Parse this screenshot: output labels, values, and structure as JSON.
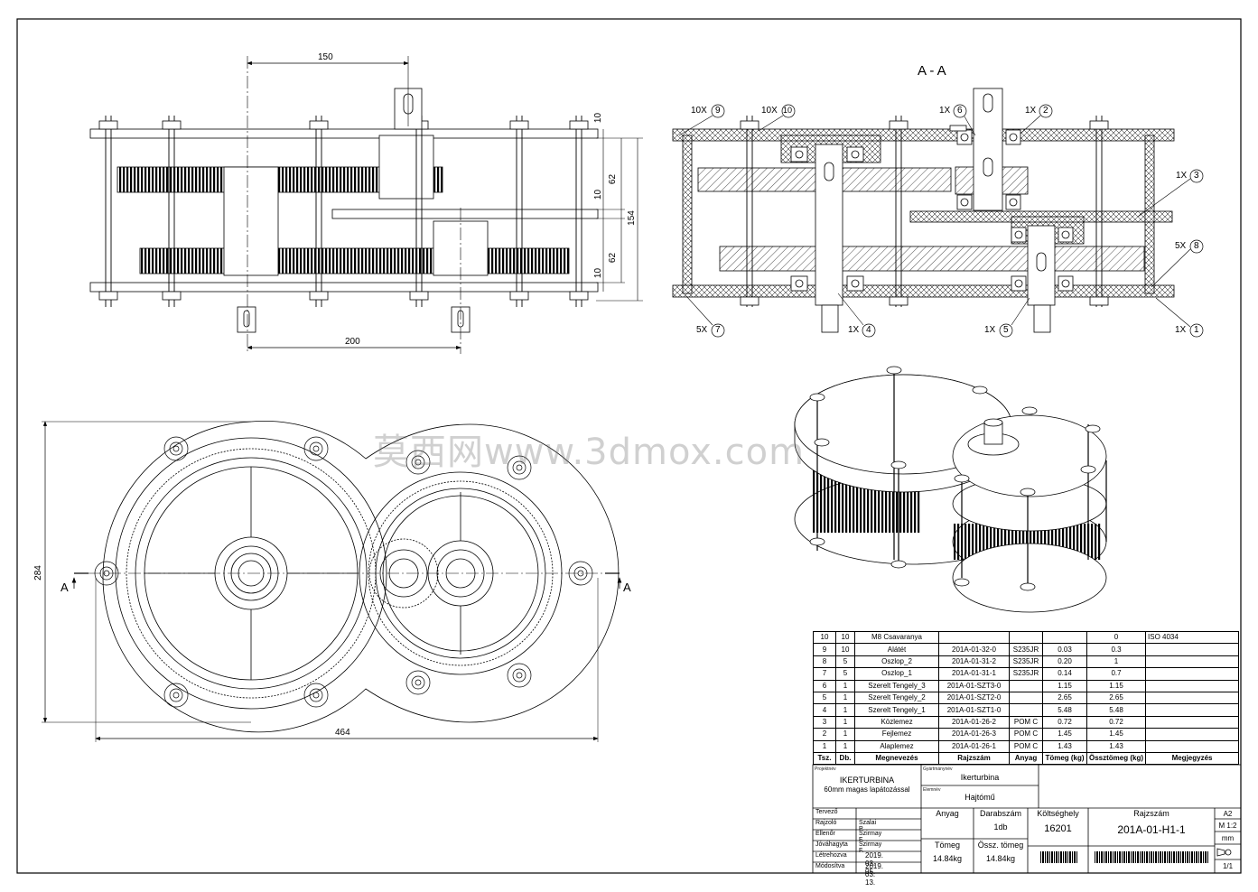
{
  "view_section": {
    "title": "A - A"
  },
  "dimensions": {
    "front_top": "150",
    "front_bottom": "200",
    "front_right_1": "10",
    "front_right_2": "62",
    "front_right_3": "10",
    "front_right_4": "62",
    "front_right_5": "10",
    "front_overall": "154",
    "plan_height": "284",
    "plan_width": "464",
    "section_mark_left": "A",
    "section_mark_right": "A"
  },
  "balloons": [
    {
      "qty": "10X",
      "num": "9"
    },
    {
      "qty": "10X",
      "num": "10"
    },
    {
      "qty": "1X",
      "num": "6"
    },
    {
      "qty": "1X",
      "num": "2"
    },
    {
      "qty": "1X",
      "num": "3"
    },
    {
      "qty": "5X",
      "num": "8"
    },
    {
      "qty": "5X",
      "num": "7"
    },
    {
      "qty": "1X",
      "num": "4"
    },
    {
      "qty": "1X",
      "num": "5"
    },
    {
      "qty": "1X",
      "num": "1"
    }
  ],
  "bom": {
    "rows": [
      [
        "10",
        "10",
        "M8 Csavaranya",
        "",
        "",
        "",
        "0",
        "ISO 4034"
      ],
      [
        "9",
        "10",
        "Alátét",
        "201A-01-32-0",
        "S235JR",
        "0.03",
        "0.3",
        ""
      ],
      [
        "8",
        "5",
        "Oszlop_2",
        "201A-01-31-2",
        "S235JR",
        "0.20",
        "1",
        ""
      ],
      [
        "7",
        "5",
        "Oszlop_1",
        "201A-01-31-1",
        "S235JR",
        "0.14",
        "0.7",
        ""
      ],
      [
        "6",
        "1",
        "Szerelt Tengely_3",
        "201A-01-SZT3-0",
        "",
        "1.15",
        "1.15",
        ""
      ],
      [
        "5",
        "1",
        "Szerelt Tengely_2",
        "201A-01-SZT2-0",
        "",
        "2.65",
        "2.65",
        ""
      ],
      [
        "4",
        "1",
        "Szerelt Tengely_1",
        "201A-01-SZT1-0",
        "",
        "5.48",
        "5.48",
        ""
      ],
      [
        "3",
        "1",
        "Közlemez",
        "201A-01-26-2",
        "POM C",
        "0.72",
        "0.72",
        ""
      ],
      [
        "2",
        "1",
        "Fejlemez",
        "201A-01-26-3",
        "POM C",
        "1.45",
        "1.45",
        ""
      ],
      [
        "1",
        "1",
        "Alaplemez",
        "201A-01-26-1",
        "POM C",
        "1.43",
        "1.43",
        ""
      ]
    ],
    "header": [
      "Tsz.",
      "Db.",
      "Megnevezés",
      "Rajzszám",
      "Anyag",
      "Tömeg (kg)",
      "Össztömeg (kg)",
      "Megjegyzés"
    ]
  },
  "title_block": {
    "project_caption": "Projektnév",
    "project_line1": "IKERTURBINA",
    "project_line2": "60mm magas lapátozással",
    "product_caption": "Gyártmánynév",
    "product": "Ikerturbina",
    "part_caption": "Elemnév",
    "part": "Hajtómű",
    "roles": [
      {
        "role": "Tervező",
        "name": "",
        "date": ""
      },
      {
        "role": "Rajzoló",
        "name": "Szalai P.",
        "date": ""
      },
      {
        "role": "Ellenőr",
        "name": "Szirmay F.",
        "date": ""
      },
      {
        "role": "Jóváhagyta",
        "name": "Szirmay F.",
        "date": ""
      },
      {
        "role": "Létrehozva",
        "name": "",
        "date": "2019. 03. 05."
      },
      {
        "role": "Módosítva",
        "name": "",
        "date": "2019. 03. 13."
      }
    ],
    "material_label": "Anyag",
    "quantity_label": "Darabszám",
    "quantity": "1db",
    "cost_center_label": "Költséghely",
    "cost_center": "16201",
    "drawing_no_label": "Rajzszám",
    "drawing_no": "201A-01-H1-1",
    "mass_label": "Tömeg",
    "mass": "14.84kg",
    "total_mass_label": "Össz. tömeg",
    "total_mass": "14.84kg",
    "sheet_size": "A2",
    "scale": "M 1:2",
    "unit": "mm",
    "sheet": "1/1"
  },
  "watermark": "莫西网www.3dmox.com"
}
